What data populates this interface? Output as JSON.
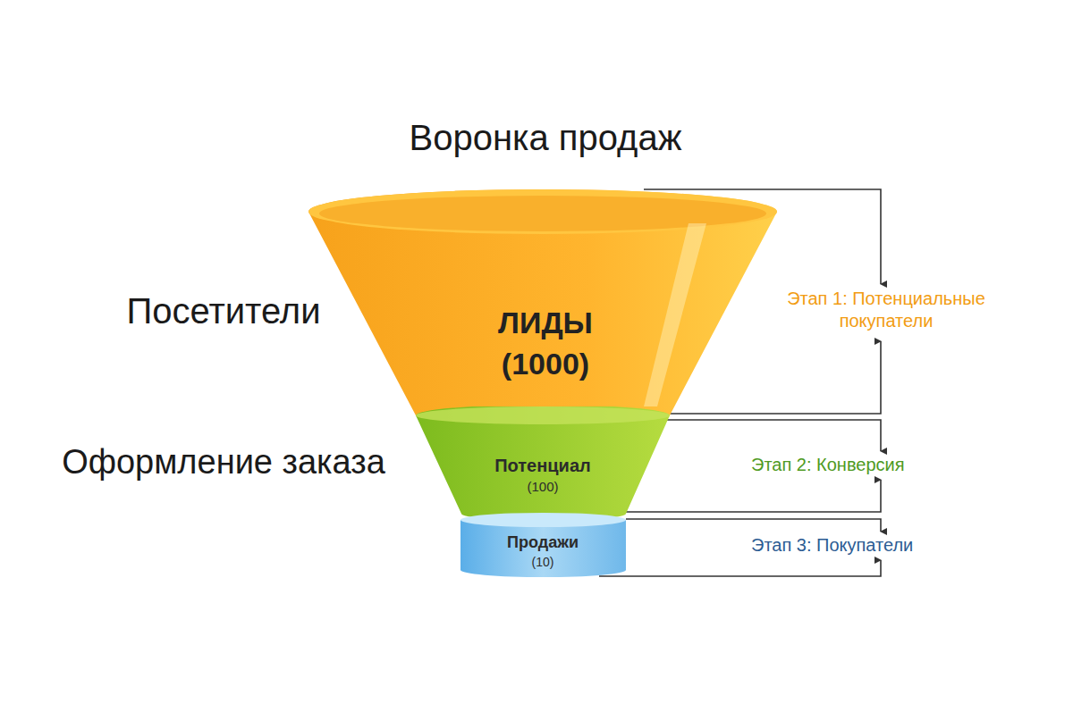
{
  "diagram": {
    "title": "Воронка продаж",
    "nodes": [
      {
        "text": [
          "ЛИДЫ",
          "(1000)"
        ]
      },
      {
        "text": [
          "Потенциал",
          "(100)"
        ]
      },
      {
        "text": [
          "Продажи",
          "(10)"
        ]
      }
    ],
    "labels": [
      "Посетители",
      "Оформление заказа",
      "Этап 1: Потенциальные покупатели",
      "Этап 2: Конверсия",
      "Этап 3: Покупатели"
    ]
  }
}
